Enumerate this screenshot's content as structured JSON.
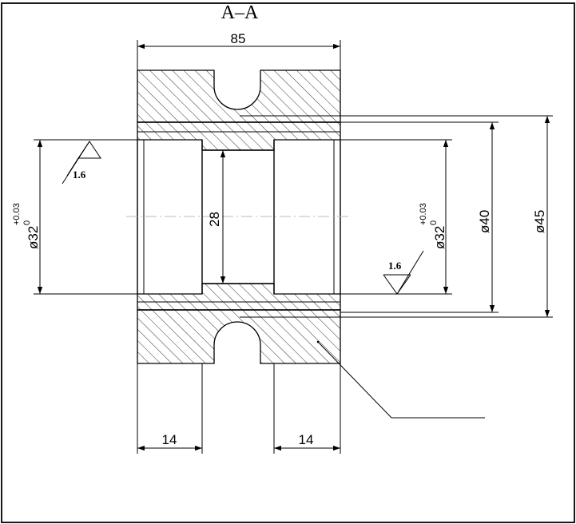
{
  "drawing": {
    "section_label": "A–A",
    "dimensions": {
      "overall_width": "85",
      "bore_left": "ø32",
      "bore_left_tol_upper": "+0.03",
      "bore_left_tol_lower": "0",
      "center_bore": "28",
      "bore_right": "ø32",
      "bore_right_tol_upper": "+0.03",
      "bore_right_tol_lower": "0",
      "inner_diameter": "ø40",
      "outer_diameter": "ø45",
      "left_bore_depth": "14",
      "right_bore_depth": "14"
    },
    "roughness": {
      "left": "1.6",
      "right": "1.6"
    }
  }
}
